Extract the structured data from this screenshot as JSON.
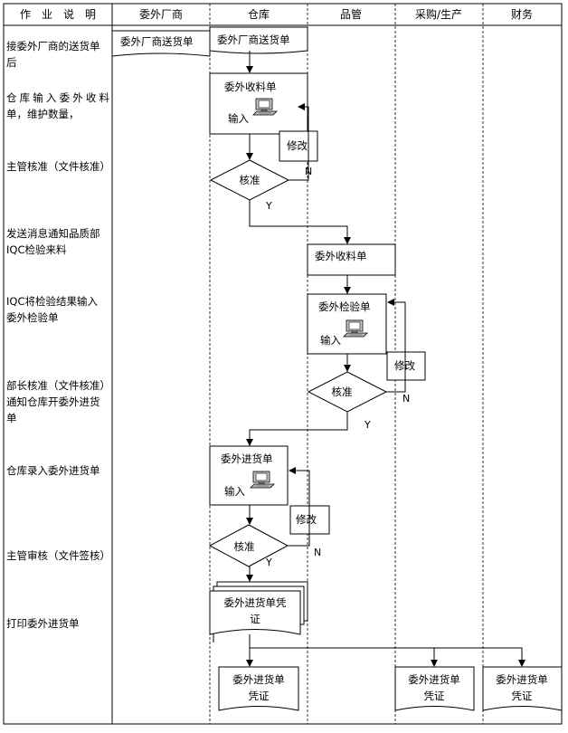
{
  "headers": {
    "description": "作　业　说　明",
    "outsource": "委外厂商",
    "warehouse": "仓库",
    "quality": "品管",
    "purchase": "采购/生产",
    "finance": "财务"
  },
  "steps": [
    [
      "接委外厂商的送货单",
      "后"
    ],
    [
      "仓库输入委外收料",
      "单，维护数量，"
    ],
    [
      "主管核准（文件核准）"
    ],
    [
      "发送消息通知品质部",
      "IQC检验来料"
    ],
    [
      "IQC将检验结果输入",
      "委外检验单"
    ],
    [
      "部长核准（文件核准）",
      "通知仓库开委外进货",
      "单"
    ],
    [
      "仓库录入委外进货单"
    ],
    [
      "主管审核（文件签核）"
    ],
    [
      "打印委外进货单"
    ]
  ],
  "nodes": {
    "delivery_vendor": "委外厂商送货单",
    "delivery_wh": "委外厂商送货单",
    "receipt_wh": "委外收料单",
    "input1": "输入",
    "modify1": "修改",
    "approve1": "核准",
    "receipt_qc": "委外收料单",
    "inspect": "委外检验单",
    "input2": "输入",
    "modify2": "修改",
    "approve2": "核准",
    "purchase_order": "委外进货单",
    "input3": "输入",
    "modify3": "修改",
    "approve3": "核准",
    "voucher_main": [
      "委外进货单凭",
      "证"
    ],
    "voucher_wh": [
      "委外进货单",
      "凭证"
    ],
    "voucher_pur": [
      "委外进货单",
      "凭证"
    ],
    "voucher_fin": [
      "委外进货单",
      "凭证"
    ]
  },
  "marks": {
    "yes": "Y",
    "no": "N"
  }
}
